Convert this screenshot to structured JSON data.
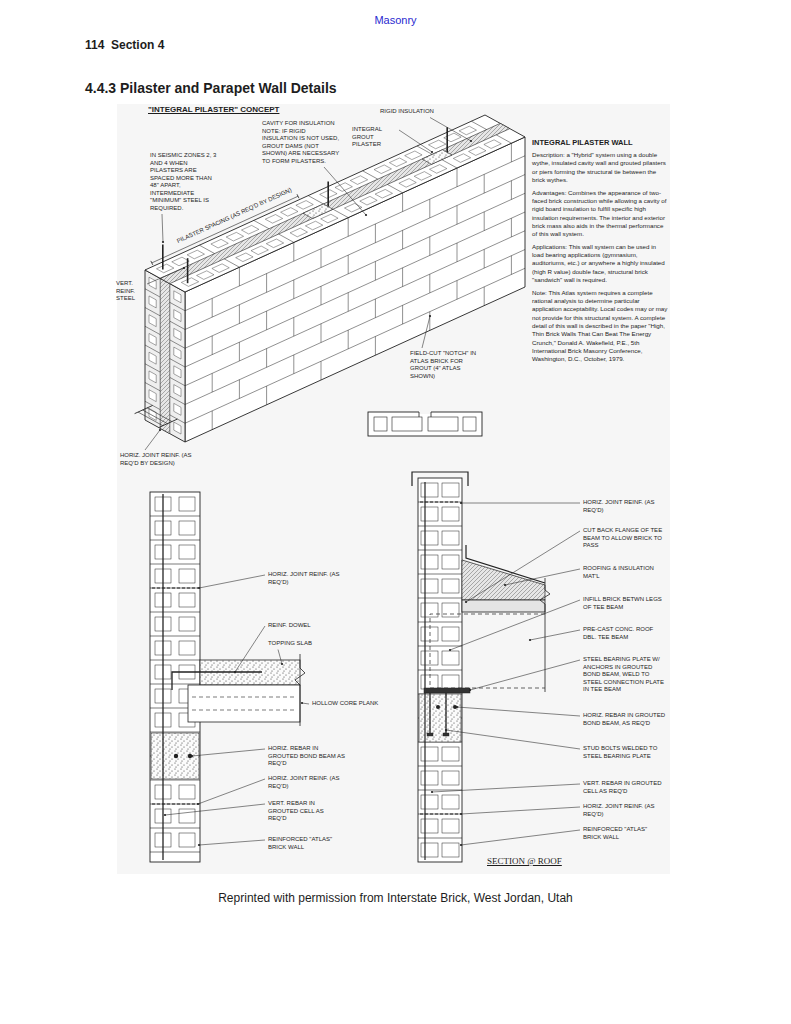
{
  "diagram": {
    "title": "4.4.3 Pilaster and Parapet Wall Details",
    "caption": "Reprinted with permission from Interstate Brick, West Jordan, Utah",
    "labels": [
      "Masonry",
      "114",
      "Section 4",
      "\"INTEGRAL PILASTER\" CONCEPT",
      "CAVITY FOR INSULATION NOTE: IF RIGID INSULATION IS NOT USED, GROUT DAMS (NOT SHOWN) ARE NECESSARY TO FORM PILASTERS.",
      "RIGID INSULATION",
      "INTEGRAL GROUT PILASTER",
      "IN SEISMIC ZONES 2, 3 AND 4 WHEN PILASTERS ARE SPACED MORE THAN 48\" APART, INTERMEDIATE \"MINIMUM\" STEEL IS REQUIRED.",
      "PILASTER SPACING (AS REQ'D BY DESIGN)",
      "VERT. REINF. STEEL",
      "FIELD-CUT \"NOTCH\" IN ATLAS BRICK FOR GROUT (4\" ATLAS SHOWN)",
      "HORIZ. JOINT REINF. (AS REQ'D BY DESIGN)",
      "INTEGRAL PILASTER WALL",
      "Description: a \"Hybrid\" system using a double wythe, insulated cavity wall and grouted pilasters or piers forming the structural tie between the brick wythes.",
      "Advantages: Combines the appearance of two-faced brick construction while allowing a cavity of rigid board insulation to fulfill specific high insulation requirements. The interior and exterior brick mass also aids in the thermal performance of this wall system.",
      "Applications: This wall system can be used in load bearing applications (gymnasium, auditoriums, etc.) or anywhere a highly insulated (high R value) double face, structural brick \"sandwich\" wall is required.",
      "Note: This Atlas system requires a complete rational analysis to determine particular application acceptability. Local codes may or may not provide for this structural system. A complete detail of this wall is described in the paper \"High, Thin Brick Walls That Can Beat The Energy Crunch,\" Donald A. Wakefield, P.E., 5th International Brick Masonry Conference, Washington, D.C., October, 1979.",
      "HORIZ. JOINT REINF. (AS REQ'D)",
      "REINF. DOWEL",
      "TOPPING SLAB",
      "HOLLOW CORE PLANK",
      "HORIZ. REBAR IN GROUTED BOND BEAM AS REQ'D",
      "HORIZ. JOINT REINF. (AS REQ'D)",
      "VERT. REBAR IN GROUTED CELL AS REQ'D",
      "REINFORCED \"ATLAS\" BRICK WALL",
      "HORIZ. JOINT REINF. (AS REQ'D)",
      "CUT BACK FLANGE OF TEE BEAM TO ALLOW BRICK TO PASS",
      "ROOFING & INSULATION MAT'L",
      "INFILL BRICK BETWN LEGS OF TEE BEAM",
      "PRE-CAST CONC. ROOF DBL. TEE BEAM",
      "STEEL BEARING PLATE W/ ANCHORS IN GROUTED BOND BEAM, WELD TO STEEL CONNECTION PLATE IN TEE BEAM",
      "HORIZ. REBAR IN GROUTED BOND BEAM, AS REQ'D",
      "STUD BOLTS WELDED TO STEEL BEARING PLATE",
      "VERT. REBAR IN GROUTED CELL AS REQ'D",
      "HORIZ. JOINT REINF. (AS REQ'D)",
      "REINFORCED \"ATLAS\" BRICK WALL",
      "SECTION @ ROOF"
    ]
  }
}
